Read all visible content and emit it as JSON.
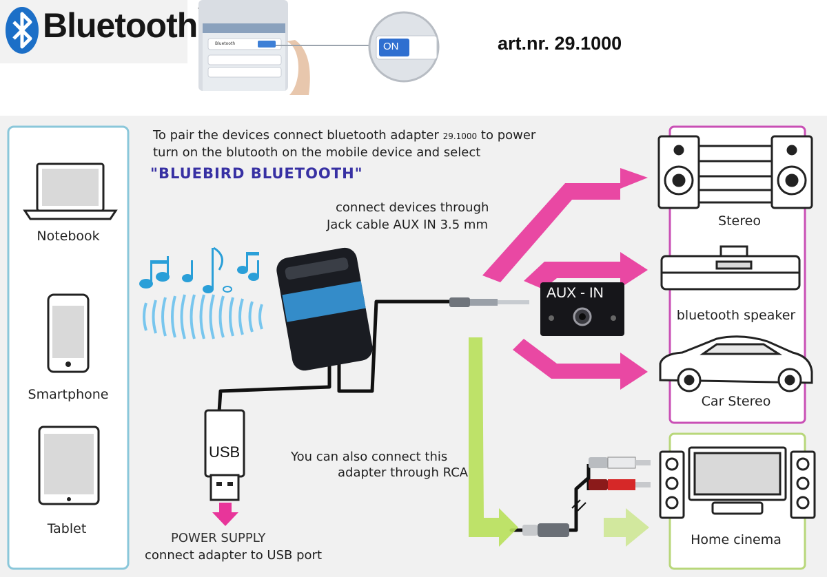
{
  "header": {
    "logo_text": "Bluetooth",
    "logo_tm": "™",
    "toggle_label": "ON",
    "phone_row_label": "Bluetooth",
    "art_number": "art.nr.  29.1000"
  },
  "instructions": {
    "line1_before": "To pair the devices connect bluetooth adapter ",
    "line1_model": "29.1000",
    "line1_after": " to power",
    "line2": "turn on the blutooth on the mobile device and select",
    "device_name": "\"BLUEBIRD BLUETOOTH\""
  },
  "sources": {
    "notebook": "Notebook",
    "smartphone": "Smartphone",
    "tablet": "Tablet"
  },
  "jack_note": {
    "line1": "connect devices through",
    "line2": "Jack cable AUX IN 3.5 mm"
  },
  "aux_label": "AUX - IN",
  "usb_label": "USB",
  "power": {
    "line1": "POWER SUPPLY",
    "line2": "connect adapter to USB port"
  },
  "rca_note": {
    "line1": "You can also connect this",
    "line2": "adapter through RCA"
  },
  "outputs": {
    "stereo": "Stereo",
    "speaker": "bluetooth speaker",
    "car": "Car Stereo",
    "home": "Home cinema"
  },
  "colors": {
    "brand_blue": "#1c6fc7",
    "arrow_pink": "#e8359a",
    "arrow_green": "#b8e05a",
    "instruction_blue": "#3730a3",
    "panel_left_border": "#8ac7da",
    "panel_right_border": "#c94fb5",
    "panel_bottom_border": "#b8d77a"
  }
}
